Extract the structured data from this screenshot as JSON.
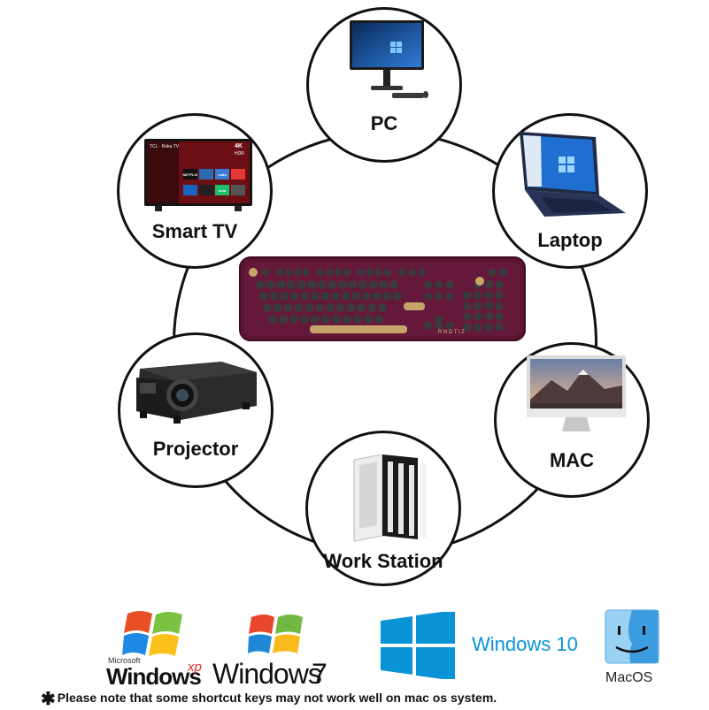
{
  "devices": [
    {
      "id": "pc",
      "label": "PC",
      "icon": "desktop-monitor-icon"
    },
    {
      "id": "laptop",
      "label": "Laptop",
      "icon": "laptop-icon"
    },
    {
      "id": "mac",
      "label": "MAC",
      "icon": "imac-icon"
    },
    {
      "id": "workstation",
      "label": "Work Station",
      "icon": "workstation-tower-icon"
    },
    {
      "id": "projector",
      "label": "Projector",
      "icon": "projector-icon"
    },
    {
      "id": "smart_tv",
      "label": "Smart TV",
      "icon": "smart-tv-icon"
    }
  ],
  "tv_screen": {
    "header_left": "TCL · Roku TV",
    "badge_top": "4K",
    "badge_bottom": "HDR",
    "apps": [
      "NETFLIX",
      "",
      "vudu",
      "",
      "",
      "",
      "hulu",
      ""
    ]
  },
  "keyboard": {
    "brand": "RNOTIZ",
    "color": "#5b1533",
    "icon": "retro-round-keycap-keyboard-icon"
  },
  "os_logos": {
    "winxp_small": "Microsoft",
    "winxp": "Windows",
    "winxp_suffix": "xp",
    "win7": "Windows",
    "win7_suffix": "7",
    "win10": "Windows 10",
    "macos": "MacOS"
  },
  "note": {
    "star": "✱",
    "text": "Please note  that some shortcut keys may not work well on mac os system."
  },
  "colors": {
    "win10_blue": "#0a94d8",
    "ring": "#111111",
    "keyboard_body": "#5b1533",
    "key": "#3a3a3d",
    "key_accent": "#c9a46a"
  }
}
